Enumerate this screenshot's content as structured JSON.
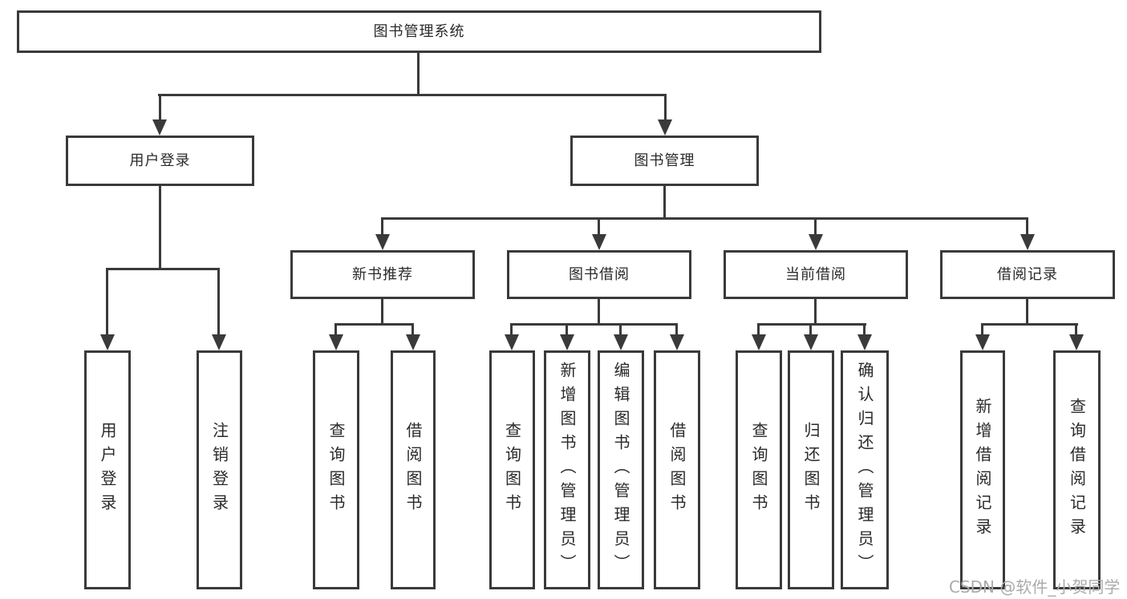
{
  "diagram": {
    "root": {
      "label": "图书管理系统"
    },
    "level2": [
      {
        "label": "用户登录"
      },
      {
        "label": "图书管理"
      }
    ],
    "level3": [
      {
        "label": "新书推荐",
        "parent": "图书管理"
      },
      {
        "label": "图书借阅",
        "parent": "图书管理"
      },
      {
        "label": "当前借阅",
        "parent": "图书管理"
      },
      {
        "label": "借阅记录",
        "parent": "图书管理"
      }
    ],
    "leaves": [
      {
        "label": "用户登录",
        "parent": "用户登录"
      },
      {
        "label": "注销登录",
        "parent": "用户登录"
      },
      {
        "label": "查询图书",
        "parent": "新书推荐"
      },
      {
        "label": "借阅图书",
        "parent": "新书推荐"
      },
      {
        "label": "查询图书",
        "parent": "图书借阅"
      },
      {
        "label": "新增图书（管理员）",
        "parent": "图书借阅"
      },
      {
        "label": "编辑图书（管理员）",
        "parent": "图书借阅"
      },
      {
        "label": "借阅图书",
        "parent": "图书借阅"
      },
      {
        "label": "查询图书",
        "parent": "当前借阅"
      },
      {
        "label": "归还图书",
        "parent": "当前借阅"
      },
      {
        "label": "确认归还（管理员）",
        "parent": "当前借阅"
      },
      {
        "label": "新增借阅记录",
        "parent": "借阅记录"
      },
      {
        "label": "查询借阅记录",
        "parent": "借阅记录"
      }
    ]
  },
  "watermark": {
    "text": "CSDN @软件_小贺同学"
  },
  "colors": {
    "line": "#3a3a3a",
    "text": "#2a2a2a",
    "watermark": "#ababab",
    "background": "#ffffff"
  }
}
